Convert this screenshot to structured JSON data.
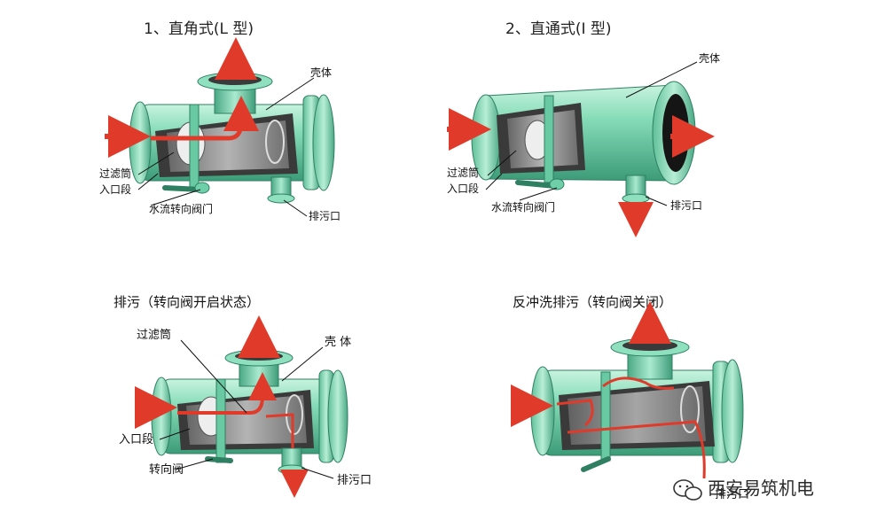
{
  "titles": {
    "l_type": "1、直角式(L 型)",
    "i_type": "2、直通式(I 型)",
    "discharge": "排污（转向阀开启状态）",
    "backwash": "反冲洗排污（转向阀关闭）"
  },
  "labels": {
    "p1_shell": "壳体",
    "p1_filter": "过滤筒",
    "p1_inlet": "入口段",
    "p1_valve": "水流转向阀门",
    "p1_drain": "排污口",
    "p2_shell": "壳体",
    "p2_filter": "过滤筒",
    "p2_inlet": "入口段",
    "p2_valve": "水流转向阀门",
    "p2_drain": "排污口",
    "p3_filter": "过滤筒",
    "p3_shell": "壳 体",
    "p3_inlet": "入口段",
    "p3_valve": "转向阀",
    "p3_drain": "排污口",
    "p4_drain": "排污口"
  },
  "watermark": {
    "brand": "西安易筑机电"
  },
  "colors": {
    "body": "#7fd6b2",
    "body_dark": "#3e9f7d",
    "flange": "#9de6c8",
    "interior": "#3b3b3b",
    "screen": "#9a9a9a",
    "flow": "#e03a2a"
  }
}
